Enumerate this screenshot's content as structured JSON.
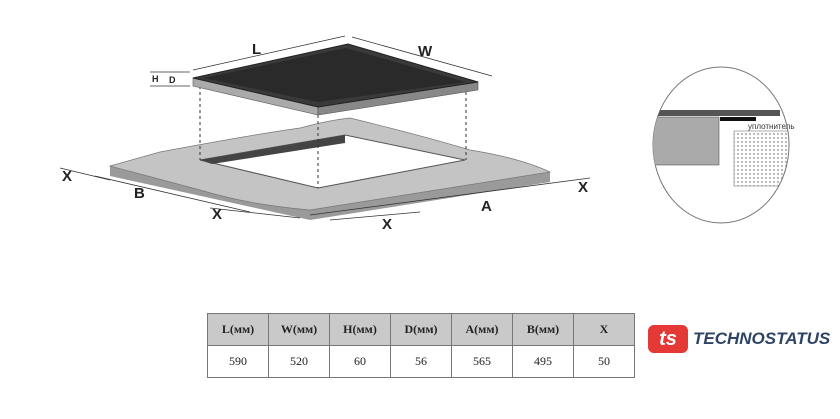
{
  "diagram": {
    "labels": {
      "L": "L",
      "W": "W",
      "H": "H",
      "D": "D",
      "X1": "X",
      "X2": "X",
      "X3": "X",
      "X4": "X",
      "A": "A",
      "B": "B"
    },
    "detail_label": "уплотнитель"
  },
  "table": {
    "headers": [
      "L(мм)",
      "W(мм)",
      "H(мм)",
      "D(мм)",
      "A(мм)",
      "B(мм)",
      "X"
    ],
    "values": [
      "590",
      "520",
      "60",
      "56",
      "565",
      "495",
      "50"
    ]
  },
  "logo": {
    "mark": "ts",
    "text": "TECHNOSTATUS",
    "colors": {
      "red": "#e53935",
      "navy": "#2e4466"
    }
  }
}
